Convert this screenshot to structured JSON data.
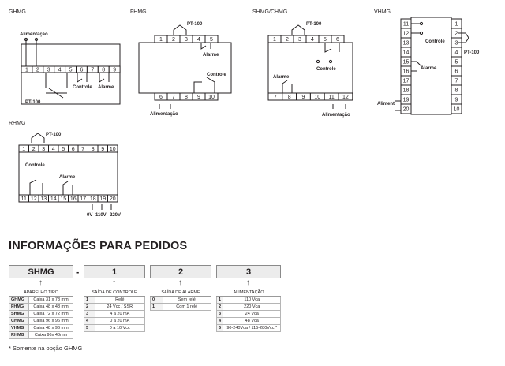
{
  "diagrams": {
    "ghmg": {
      "title": "GHMG",
      "terminals": [
        "1",
        "2",
        "3",
        "4",
        "5",
        "6",
        "7",
        "8",
        "9"
      ],
      "alimentacao": "Alimentação",
      "pt100": "PT-100",
      "controle": "Controle",
      "alarme": "Alarme"
    },
    "fhmg": {
      "title": "FHMG",
      "top_terminals": [
        "1",
        "2",
        "3",
        "4",
        "5"
      ],
      "bottom_terminals": [
        "6",
        "7",
        "8",
        "9",
        "10"
      ],
      "pt100": "PT-100",
      "alarme": "Alarme",
      "controle": "Controle",
      "alimentacao": "Alimentação"
    },
    "shmg": {
      "title": "SHMG/CHMG",
      "top_terminals": [
        "1",
        "2",
        "3",
        "4",
        "5",
        "6"
      ],
      "bottom_terminals": [
        "7",
        "8",
        "9",
        "10",
        "11",
        "12"
      ],
      "pt100": "PT-100",
      "controle": "Controle",
      "alarme": "Alarme",
      "alimentacao": "Alimentação"
    },
    "vhmg": {
      "title": "VHMG",
      "left_terminals": [
        "11",
        "12",
        "13",
        "14",
        "15",
        "16",
        "17",
        "18",
        "19",
        "20"
      ],
      "right_terminals": [
        "1",
        "2",
        "3",
        "4",
        "5",
        "6",
        "7",
        "8",
        "9",
        "10"
      ],
      "controle": "Controle",
      "pt100": "PT-100",
      "alarme": "Alarme",
      "aliment": "Aliment"
    },
    "rhmg": {
      "title": "RHMG",
      "top_terminals": [
        "1",
        "2",
        "3",
        "4",
        "5",
        "6",
        "7",
        "8",
        "9",
        "10"
      ],
      "bottom_terminals": [
        "11",
        "12",
        "13",
        "14",
        "15",
        "16",
        "17",
        "18",
        "19",
        "20"
      ],
      "pt100": "PT-100",
      "controle": "Controle",
      "alarme": "Alarme",
      "volt_0": "0V",
      "volt_110": "110V",
      "volt_220": "220V"
    }
  },
  "order": {
    "title": "INFORMAÇÕES PARA PEDIDOS",
    "code": {
      "model": "SHMG",
      "sep": "-",
      "d1": "1",
      "d2": "2",
      "d3": "3",
      "arrow": "↑"
    },
    "aparelho": {
      "header": "APARELHO TIPO",
      "rows": [
        {
          "k": "GHMG",
          "v": "Caixa 31 x 73 mm"
        },
        {
          "k": "FHMG",
          "v": "Caixa 48 x 48 mm"
        },
        {
          "k": "SHMG",
          "v": "Caixa 72 x 72 mm"
        },
        {
          "k": "CHMG",
          "v": "Caixa 96 x 96 mm"
        },
        {
          "k": "VHMG",
          "v": "Caixa 48 x 96 mm"
        },
        {
          "k": "RHMG",
          "v": "Caixa 96x 48mm"
        }
      ]
    },
    "controle": {
      "header": "SAÍDA DE CONTROLE",
      "rows": [
        {
          "k": "1",
          "v": "Relé"
        },
        {
          "k": "2",
          "v": "24 Vcc / SSR"
        },
        {
          "k": "3",
          "v": "4 a 20 mA"
        },
        {
          "k": "4",
          "v": "0 a 20 mA"
        },
        {
          "k": "5",
          "v": "0 a 10 Vcc"
        }
      ]
    },
    "alarme": {
      "header": "SAÍDA DE ALARME",
      "rows": [
        {
          "k": "0",
          "v": "Sem relé"
        },
        {
          "k": "1",
          "v": "Com 1 relé"
        }
      ]
    },
    "alimentacao": {
      "header": "ALIMENTAÇÃO",
      "rows": [
        {
          "k": "1",
          "v": "110 Vca"
        },
        {
          "k": "2",
          "v": "220 Vca"
        },
        {
          "k": "3",
          "v": "24 Vca"
        },
        {
          "k": "4",
          "v": "48 Vca"
        },
        {
          "k": "6",
          "v": "90-240Vca / 115-280Vcc *"
        }
      ]
    },
    "footnote": "* Somente na opção GHMG"
  }
}
